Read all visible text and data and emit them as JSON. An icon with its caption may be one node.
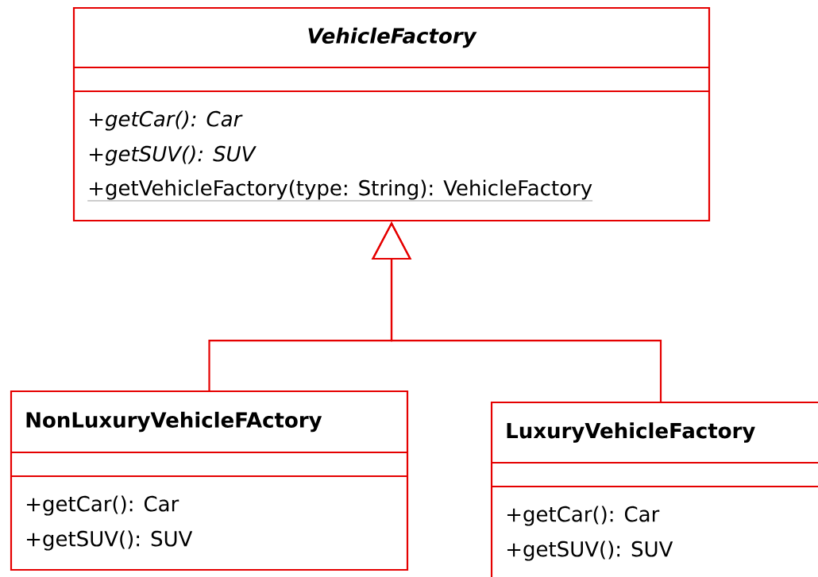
{
  "diagram": {
    "nodes": [
      {
        "text": [
          "VehicleFactory",
          "+getCar(): Car",
          "+getSUV(): SUV",
          "+getVehicleFactory(type: String): VehicleFactory"
        ]
      },
      {
        "text": [
          "NonLuxuryVehicleFActory",
          "+getCar(): Car",
          "+getSUV(): SUV"
        ]
      },
      {
        "text": [
          "LuxuryVehicleFactory",
          "+getCar(): Car",
          "+getSUV(): SUV"
        ]
      }
    ],
    "edges": [
      {
        "from": 1,
        "to": 0,
        "arrow": "to"
      },
      {
        "from": 2,
        "to": 0,
        "arrow": "to"
      }
    ]
  }
}
